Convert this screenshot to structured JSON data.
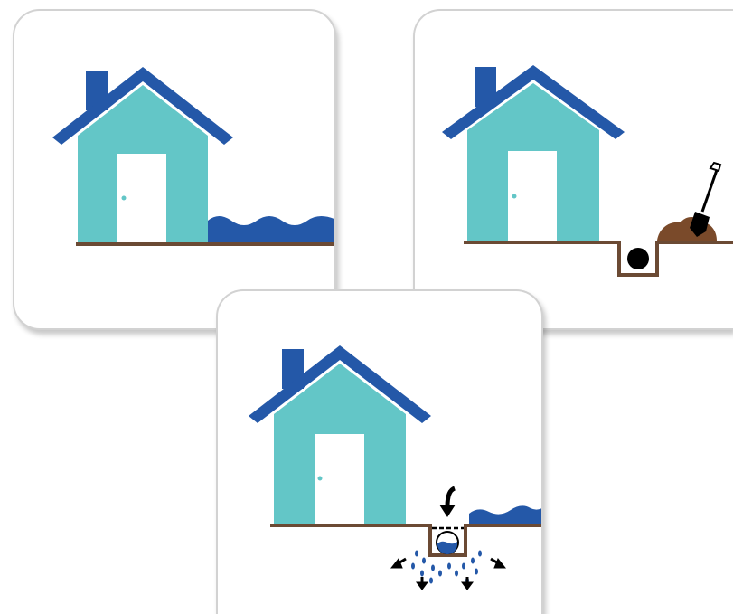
{
  "colors": {
    "house_wall": "#63c6c7",
    "roof": "#2458a8",
    "door": "#ffffff",
    "door_knob": "#63c6c7",
    "ground": "#6b4a34",
    "water": "#2458a8",
    "soil": "#7a4a2a",
    "drain_pipe": "#000000",
    "rain_drop": "#2458a8",
    "arrow": "#000000",
    "panel_border": "#d2d2d2"
  },
  "panels": [
    {
      "id": "flood",
      "scene": "house-with-surface-water"
    },
    {
      "id": "dig",
      "scene": "house-with-trench-shovel-and-soil"
    },
    {
      "id": "drain",
      "scene": "house-with-french-drain-absorbing-water"
    }
  ]
}
